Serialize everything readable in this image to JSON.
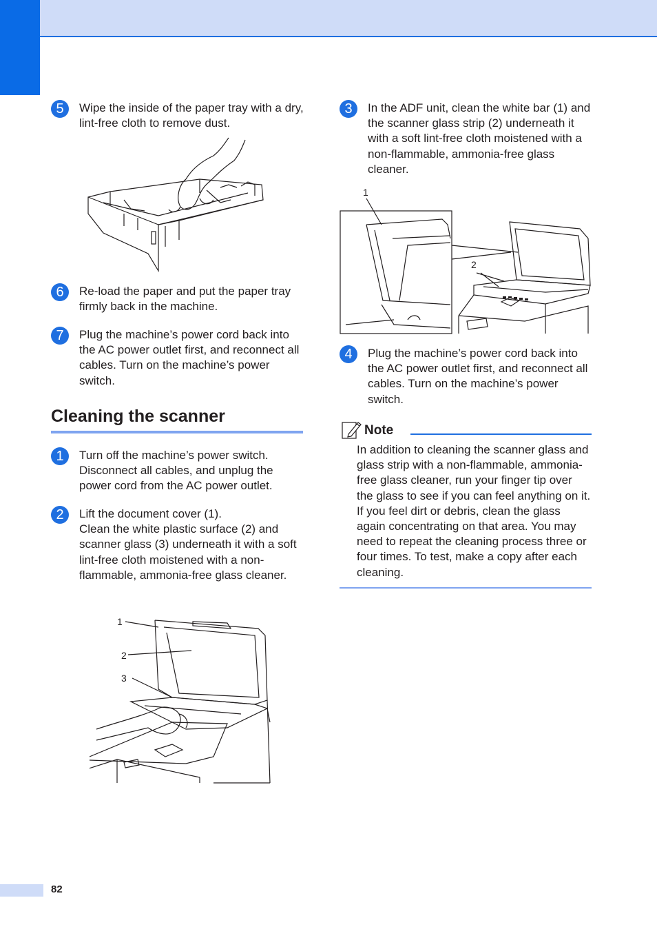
{
  "left_steps": [
    {
      "num": "5",
      "text": "Wipe the inside of the paper tray with a dry, lint-free cloth to remove dust."
    },
    {
      "num": "6",
      "text": "Re-load the paper and put the paper tray firmly back in the machine."
    },
    {
      "num": "7",
      "text": "Plug the machine’s power cord back into the AC power outlet first, and reconnect all cables. Turn on the machine’s power switch."
    }
  ],
  "section": {
    "title": "Cleaning the scanner",
    "steps": [
      {
        "num": "1",
        "text": "Turn off the machine’s power switch. Disconnect all cables, and unplug the power cord from the AC power outlet."
      },
      {
        "num": "2",
        "text_line1": "Lift the document cover (1).",
        "text_line2": "Clean the white plastic surface (2) and scanner glass (3) underneath it with a soft lint-free cloth moistened with a non-flammable, ammonia-free glass cleaner."
      }
    ],
    "figure_labels": [
      "1",
      "2",
      "3"
    ]
  },
  "right_steps": [
    {
      "num": "3",
      "text": "In the ADF unit, clean the white bar (1) and the scanner glass strip (2) underneath it with a soft lint-free cloth moistened with a non-flammable, ammonia-free glass cleaner."
    },
    {
      "num": "4",
      "text": "Plug the machine’s power cord back into the AC power outlet first, and reconnect all cables. Turn on the machine’s power switch."
    }
  ],
  "adf_figure_labels": [
    "1",
    "2"
  ],
  "note": {
    "label": "Note",
    "text": "In addition to cleaning the scanner glass and glass strip with a non-flammable, ammonia-free glass cleaner, run your finger tip over the glass to see if you can feel anything on it. If you feel dirt or debris, clean the glass again concentrating on that area. You may need to repeat the cleaning process three or four times. To test, make a copy after each cleaning."
  },
  "page_number": "82",
  "colors": {
    "accent": "#1f6fe0",
    "band": "#cfdcf8",
    "tab": "#0a6be6"
  }
}
